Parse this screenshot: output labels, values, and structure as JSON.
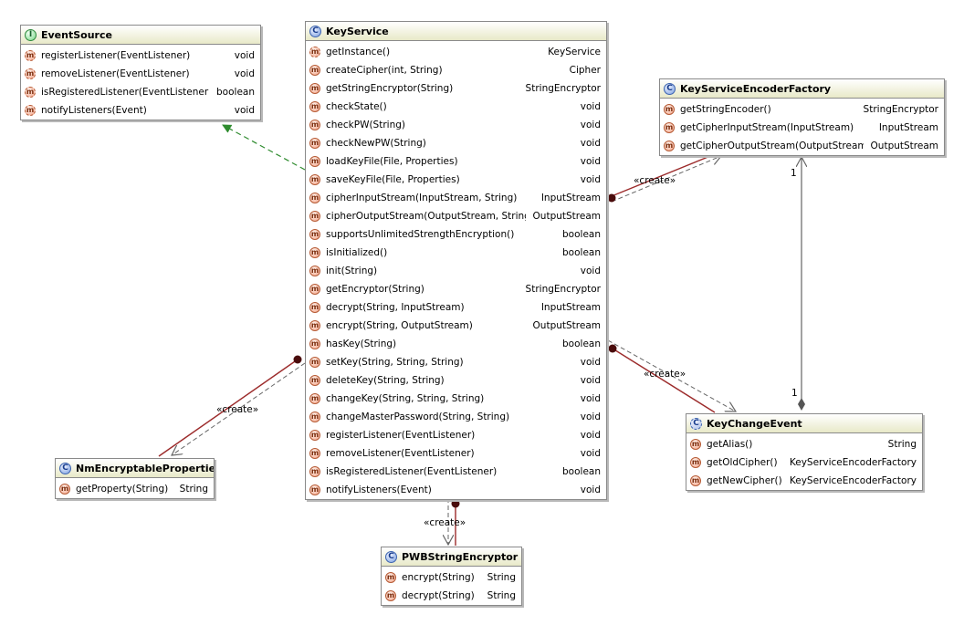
{
  "classes": {
    "eventsource": {
      "name": "EventSource",
      "kind": "interface",
      "members": [
        {
          "name": "registerListener(EventListener)",
          "type": "void"
        },
        {
          "name": "removeListener(EventListener)",
          "type": "void"
        },
        {
          "name": "isRegisteredListener(EventListener)",
          "type": "boolean"
        },
        {
          "name": "notifyListeners(Event)",
          "type": "void"
        }
      ]
    },
    "keyservice": {
      "name": "KeyService",
      "kind": "class",
      "members": [
        {
          "name": "getInstance()",
          "type": "KeyService"
        },
        {
          "name": "createCipher(int, String)",
          "type": "Cipher"
        },
        {
          "name": "getStringEncryptor(String)",
          "type": "StringEncryptor"
        },
        {
          "name": "checkState()",
          "type": "void"
        },
        {
          "name": "checkPW(String)",
          "type": "void"
        },
        {
          "name": "checkNewPW(String)",
          "type": "void"
        },
        {
          "name": "loadKeyFile(File, Properties)",
          "type": "void"
        },
        {
          "name": "saveKeyFile(File, Properties)",
          "type": "void"
        },
        {
          "name": "cipherInputStream(InputStream, String)",
          "type": "InputStream"
        },
        {
          "name": "cipherOutputStream(OutputStream, String)",
          "type": "OutputStream"
        },
        {
          "name": "supportsUnlimitedStrengthEncryption()",
          "type": "boolean"
        },
        {
          "name": "isInitialized()",
          "type": "boolean"
        },
        {
          "name": "init(String)",
          "type": "void"
        },
        {
          "name": "getEncryptor(String)",
          "type": "StringEncryptor"
        },
        {
          "name": "decrypt(String, InputStream)",
          "type": "InputStream"
        },
        {
          "name": "encrypt(String, OutputStream)",
          "type": "OutputStream"
        },
        {
          "name": "hasKey(String)",
          "type": "boolean"
        },
        {
          "name": "setKey(String, String, String)",
          "type": "void"
        },
        {
          "name": "deleteKey(String, String)",
          "type": "void"
        },
        {
          "name": "changeKey(String, String, String)",
          "type": "void"
        },
        {
          "name": "changeMasterPassword(String, String)",
          "type": "void"
        },
        {
          "name": "registerListener(EventListener)",
          "type": "void"
        },
        {
          "name": "removeListener(EventListener)",
          "type": "void"
        },
        {
          "name": "isRegisteredListener(EventListener)",
          "type": "boolean"
        },
        {
          "name": "notifyListeners(Event)",
          "type": "void"
        }
      ]
    },
    "factory": {
      "name": "KeyServiceEncoderFactory",
      "kind": "class",
      "members": [
        {
          "name": "getStringEncoder()",
          "type": "StringEncryptor"
        },
        {
          "name": "getCipherInputStream(InputStream)",
          "type": "InputStream"
        },
        {
          "name": "getCipherOutputStream(OutputStream)",
          "type": "OutputStream"
        }
      ]
    },
    "keychangeevent": {
      "name": "KeyChangeEvent",
      "kind": "abstract",
      "members": [
        {
          "name": "getAlias()",
          "type": "String"
        },
        {
          "name": "getOldCipher()",
          "type": "KeyServiceEncoderFactory"
        },
        {
          "name": "getNewCipher()",
          "type": "KeyServiceEncoderFactory"
        }
      ]
    },
    "nmprops": {
      "name": "NmEncryptableProperties",
      "kind": "class",
      "members": [
        {
          "name": "getProperty(String)",
          "type": "String"
        }
      ]
    },
    "pwb": {
      "name": "PWBStringEncryptor",
      "kind": "class",
      "members": [
        {
          "name": "encrypt(String)",
          "type": "String"
        },
        {
          "name": "decrypt(String)",
          "type": "String"
        }
      ]
    }
  },
  "edge_labels": {
    "create_factory": "«create»",
    "create_event": "«create»",
    "create_props": "«create»",
    "create_pwb": "«create»",
    "mult_factory": "1",
    "mult_event": "1"
  },
  "colors": {
    "realization": "#2e8b2e",
    "create_solid": "#9c2b2b",
    "dependency": "#666666",
    "aggregation": "#555555"
  }
}
